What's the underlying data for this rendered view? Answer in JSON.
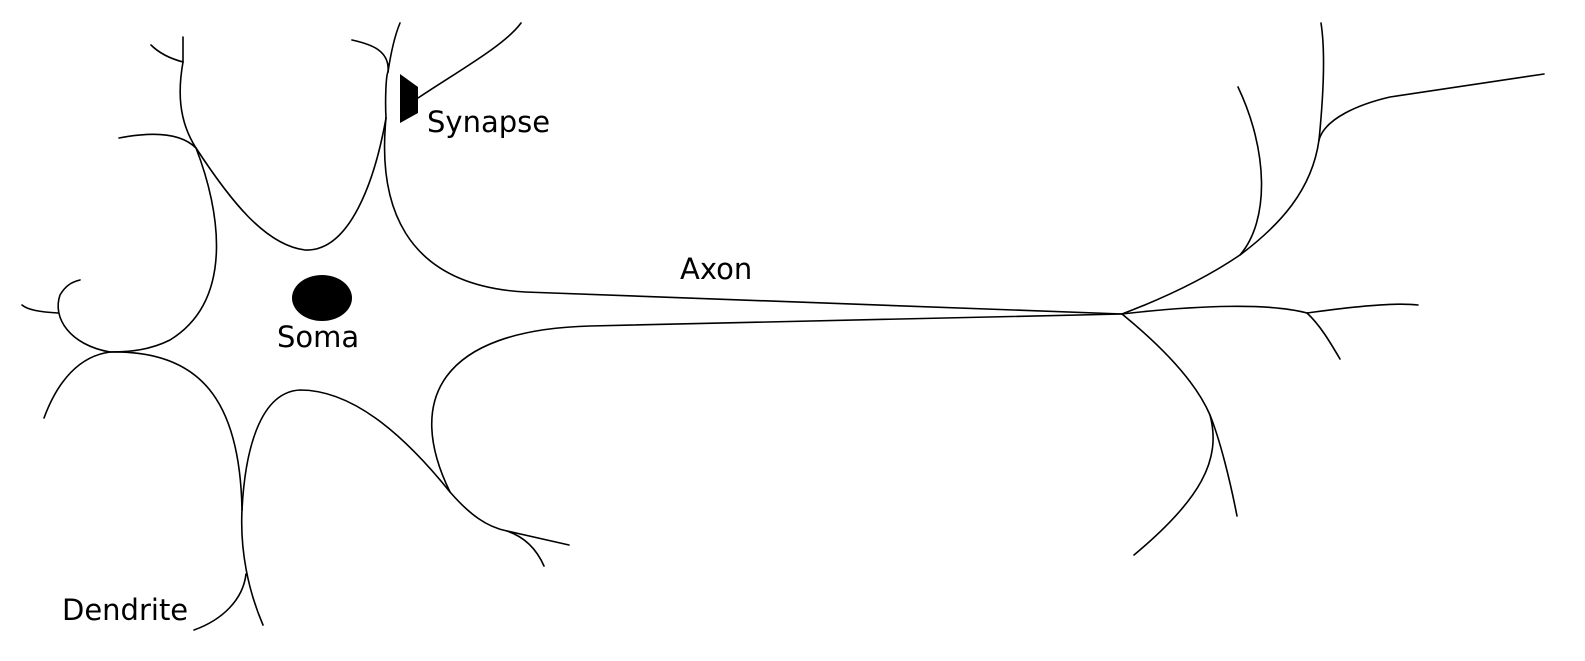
{
  "labels": {
    "synapse": "Synapse",
    "axon": "Axon",
    "soma": "Soma",
    "dendrite": "Dendrite"
  },
  "colors": {
    "stroke": "#000000",
    "background": "#ffffff"
  }
}
